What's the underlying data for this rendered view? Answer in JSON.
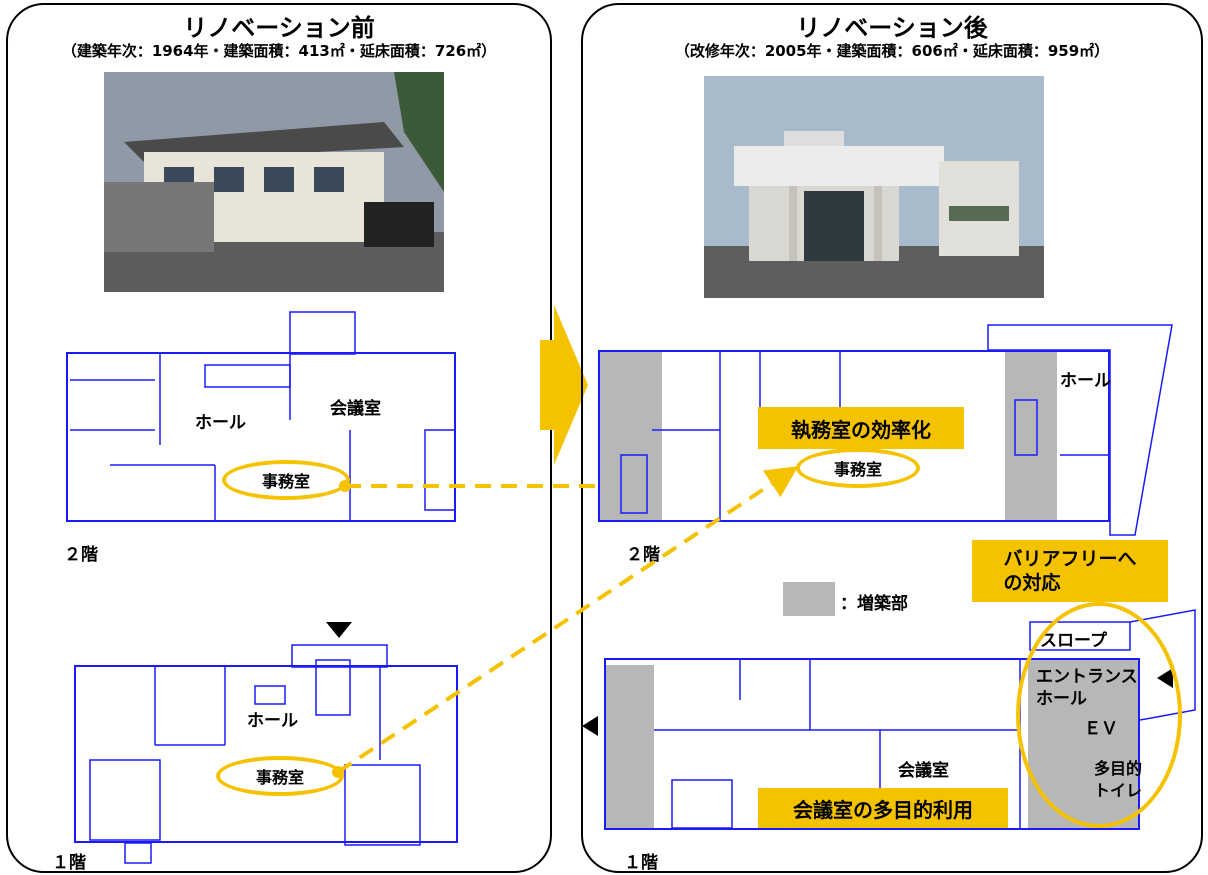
{
  "before": {
    "title": "リノベーション前",
    "subtitle": "（建築年次：1964年・建築面積：413㎡・延床面積：726㎡）",
    "floor2": {
      "label": "２階",
      "rooms": {
        "hall": "ホール",
        "meeting": "会議室",
        "office": "事務室"
      }
    },
    "floor1": {
      "label": "１階",
      "rooms": {
        "hall": "ホール",
        "office": "事務室"
      }
    }
  },
  "after": {
    "title": "リノベーション後",
    "subtitle": "（改修年次：2005年・建築面積：606㎡・延床面積：959㎡）",
    "floor2": {
      "label": "２階",
      "rooms": {
        "hall": "ホール",
        "office": "事務室"
      },
      "callout": "執務室の効率化"
    },
    "floor1": {
      "label": "１階",
      "rooms": {
        "meeting": "会議室",
        "slope": "スロープ",
        "entrance": "エントランス\nホール",
        "ev": "ＥＶ",
        "toilet": "多目的\nトイレ"
      },
      "callout": "会議室の多目的利用"
    },
    "barrier_callout": "バリアフリーへ\nの対応",
    "legend": "：増築部"
  },
  "colors": {
    "accent": "#f5c200",
    "plan_line": "#1a1aff",
    "extension": "#b7b7b7"
  }
}
